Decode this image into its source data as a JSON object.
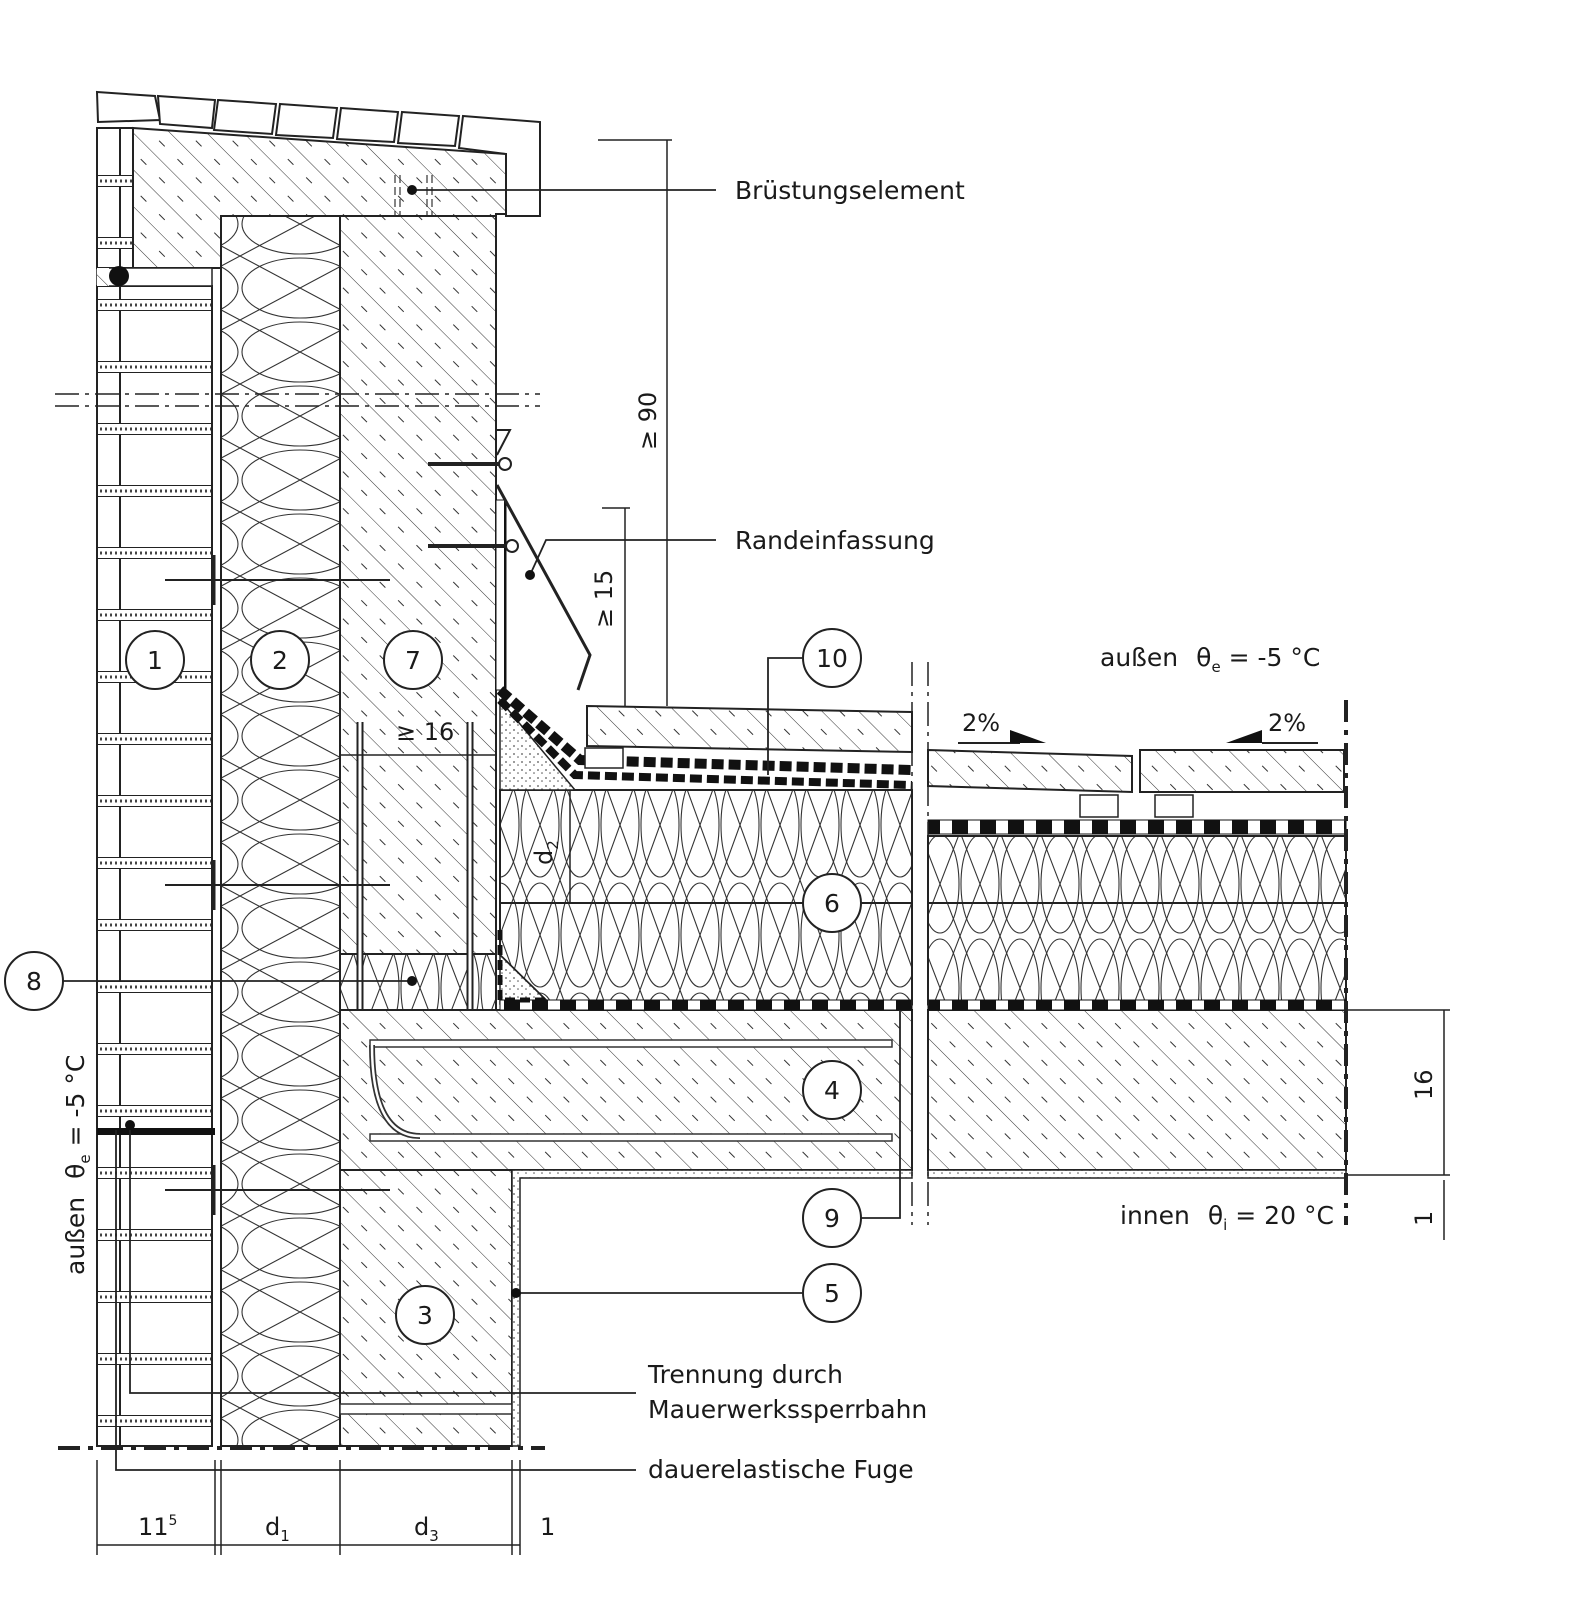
{
  "labels": {
    "bruestungselement": "Brüstungselement",
    "randeinfassung": "Randeinfassung",
    "trennung_line1": "Trennung durch",
    "trennung_line2": "Mauerwerkssperrbahn",
    "fuge": "dauerelastische Fuge"
  },
  "climate": {
    "outside_top": {
      "word": "außen",
      "theta": "θ",
      "sub": "e",
      "value": " = -5 °C"
    },
    "outside_left": {
      "word": "außen",
      "theta": "θ",
      "sub": "e",
      "value": " = -5 °C"
    },
    "inside": {
      "word": "innen",
      "theta": "θ",
      "sub": "i",
      "value": " = 20 °C"
    }
  },
  "slopes": {
    "left": "2%",
    "right": "2%"
  },
  "callouts": [
    "1",
    "2",
    "3",
    "4",
    "5",
    "6",
    "7",
    "8",
    "9",
    "10"
  ],
  "dimensions": {
    "parapet_height": "≥ 90",
    "upstand_height": "≥ 15",
    "anchor_depth": "≥ 16",
    "slab_thickness": "16",
    "plaster": "1",
    "insulation_thickness": {
      "base": "d",
      "sub": "2"
    },
    "bottom": [
      {
        "base": "11",
        "sup": "5"
      },
      {
        "base": "d",
        "sub": "1"
      },
      {
        "base": "d",
        "sub": "3"
      },
      {
        "base": "1"
      }
    ]
  }
}
